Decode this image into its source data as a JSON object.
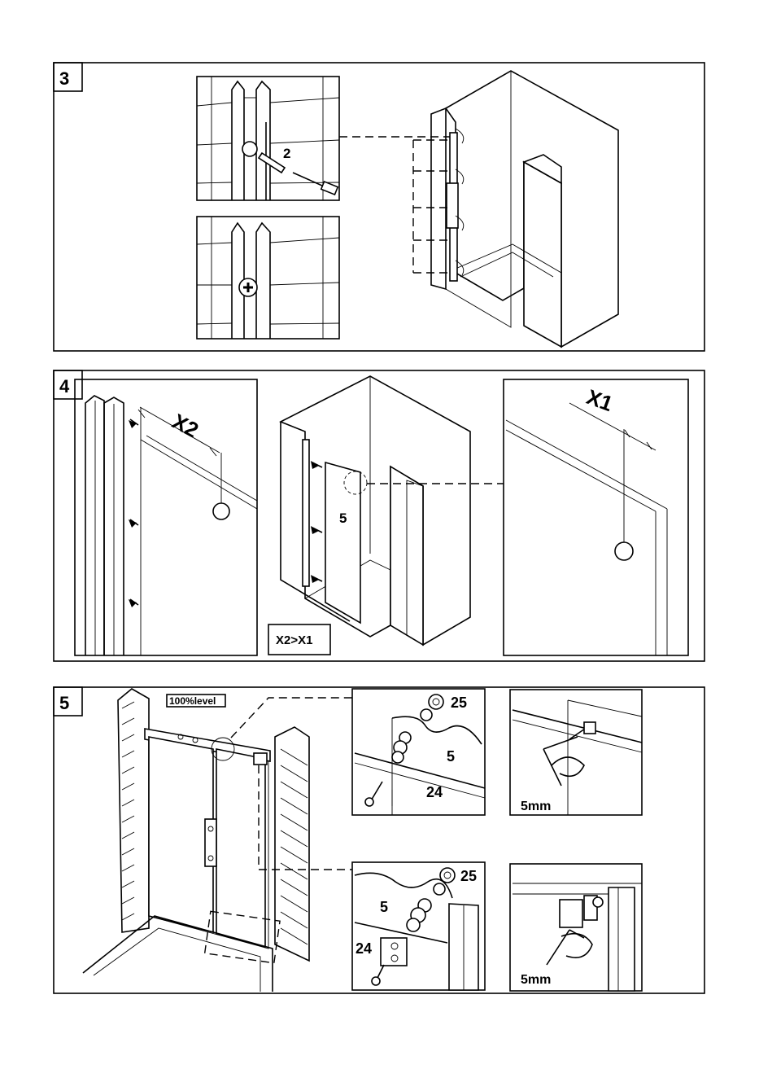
{
  "steps": [
    {
      "number": "3",
      "callouts": [
        "2"
      ]
    },
    {
      "number": "4",
      "callouts": [
        "X2",
        "X1",
        "5"
      ],
      "note": "X2>X1"
    },
    {
      "number": "5",
      "note": "100%level",
      "callouts": [
        "25",
        "5",
        "24",
        "5mm",
        "25",
        "5",
        "24",
        "5mm"
      ]
    }
  ],
  "colors": {
    "ink": "#000000",
    "paper": "#ffffff"
  }
}
